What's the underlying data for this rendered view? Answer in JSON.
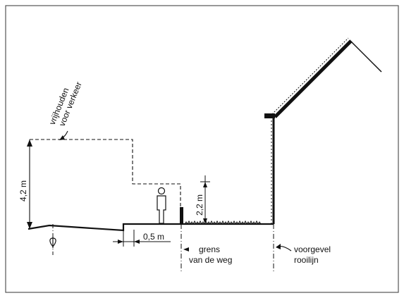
{
  "labels": {
    "clearance_line1": "vrijhouden",
    "clearance_line2": "voor verkeer",
    "clearance_height": "4,2 m",
    "small_height": "2,2 m",
    "offset": "0,5 m",
    "road_boundary_line1": "grens",
    "road_boundary_line2": "van de weg",
    "facade_line1": "voorgevel",
    "facade_line2": "rooilijn"
  },
  "colors": {
    "ink": "#111111",
    "frame": "#555555",
    "background": "#ffffff"
  },
  "icons": {
    "road_axis": "road-axis-icon",
    "pedestrian": "pedestrian-icon",
    "post": "post-icon"
  }
}
